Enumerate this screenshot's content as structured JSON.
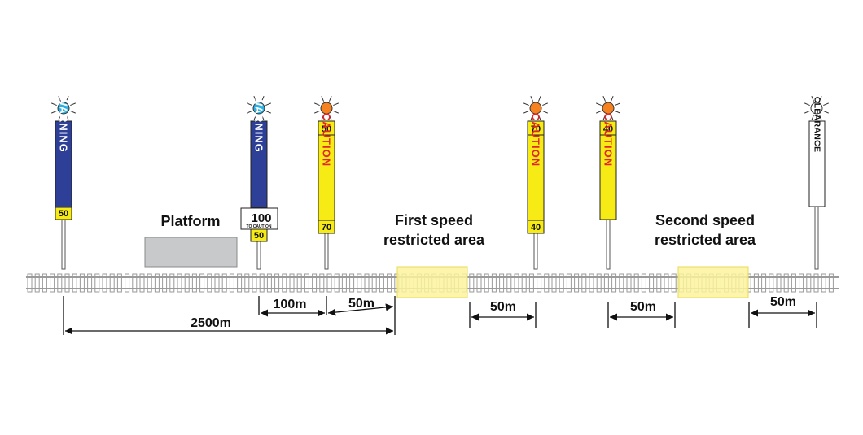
{
  "colors": {
    "warning_board": "#2e3f97",
    "caution_board": "#f6eb14",
    "caution_text": "#e3262b",
    "clearance_board": "#ffffff",
    "lamp_blue": "#2ab1e4",
    "lamp_orange": "#f5821f",
    "lamp_white": "#ffffff",
    "restricted_area": "#fbf39c",
    "platform": "#c8c9cb",
    "rail": "#9a9a9a"
  },
  "signs": [
    {
      "id": "warning-1",
      "board": "WARNING",
      "lamp": "blue",
      "bottom_value": "50"
    },
    {
      "id": "warning-2",
      "board": "WARNING",
      "lamp": "blue",
      "bottom_value": "50",
      "extra_value": "100",
      "extra_caption": "TO CAUTION"
    },
    {
      "id": "caution-1",
      "board": "CAUTION",
      "lamp": "orange",
      "top_value": "50",
      "bottom_value": "70"
    },
    {
      "id": "caution-2",
      "board": "CAUTION",
      "lamp": "orange",
      "top_value": "70",
      "bottom_value": "40"
    },
    {
      "id": "caution-3",
      "board": "CAUTION",
      "lamp": "orange",
      "top_value": "40"
    },
    {
      "id": "clearance-1",
      "board": "CLEARANCE",
      "lamp": "white"
    }
  ],
  "labels": {
    "platform": "Platform",
    "first_area_line1": "First speed",
    "first_area_line2": "restricted area",
    "second_area_line1": "Second speed",
    "second_area_line2": "restricted area"
  },
  "distances": {
    "d_100": "100m",
    "d_50_a": "50m",
    "d_2500": "2500m",
    "d_50_b": "50m",
    "d_50_c": "50m",
    "d_50_d": "50m"
  }
}
